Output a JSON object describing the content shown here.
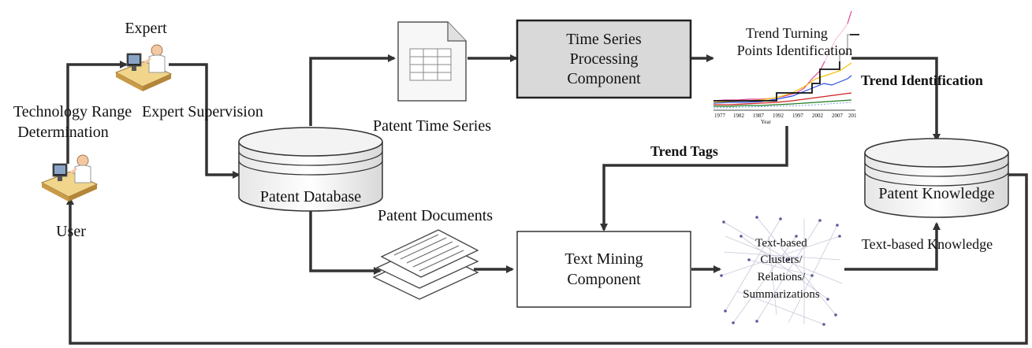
{
  "actors": {
    "expert": "Expert",
    "user": "User"
  },
  "labels": {
    "technology_range_line1": "Technology Range",
    "technology_range_line2": "Determination",
    "expert_supervision": "Expert Supervision",
    "patent_time_series": "Patent Time Series",
    "patent_documents": "Patent Documents",
    "trend_tags": "Trend Tags",
    "trend_identification": "Trend Identification",
    "text_based_knowledge": "Text-based Knowledge"
  },
  "databases": {
    "patent_database": "Patent Database",
    "patent_knowledge": "Patent Knowledge"
  },
  "components": {
    "time_series": [
      "Time Series",
      "Processing",
      "Component"
    ],
    "text_mining": [
      "Text Mining",
      "Component"
    ]
  },
  "trend_panel": {
    "title": [
      "Trend Turning",
      "Points Identification"
    ],
    "x_ticks": [
      "1977",
      "1982",
      "1987",
      "1992",
      "1997",
      "2002",
      "2007",
      "201"
    ],
    "x_label": "Year",
    "series_colors": [
      "#e0409a",
      "#f2c200",
      "#2b4de0",
      "#d02020",
      "#207a20",
      "#111111",
      "#7aa0e0"
    ]
  },
  "cluster_panel": {
    "lines": [
      "Text-based",
      "Clusters/",
      "Relations/",
      "Summarizations"
    ]
  },
  "colors": {
    "arrow": "#333333",
    "component_shaded": "#d9d9d9",
    "component_plain": "#ffffff"
  }
}
